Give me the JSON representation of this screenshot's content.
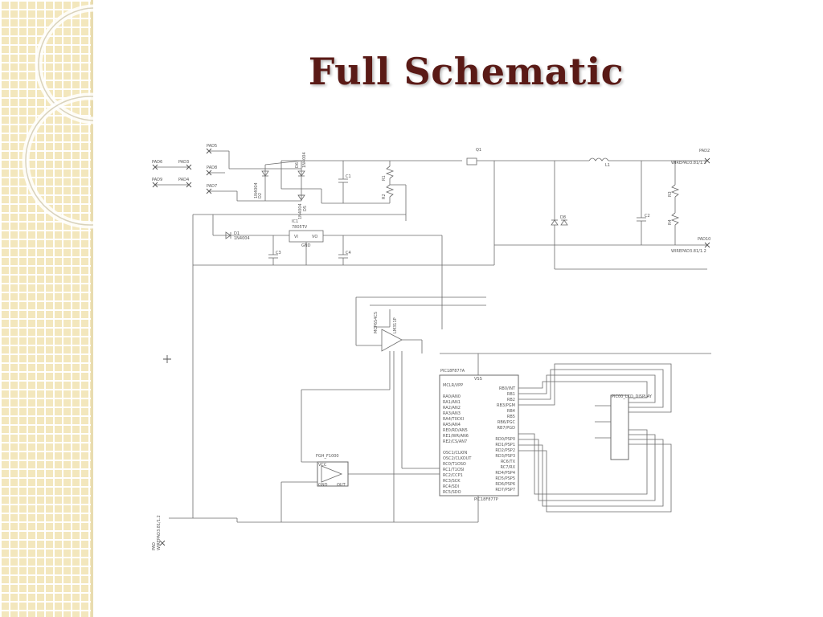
{
  "slide": {
    "title": "Full Schematic"
  },
  "colors": {
    "title": "#5a1a16",
    "sidebar": "#f3e7bd",
    "wire": "#6a6a6a"
  },
  "schematic": {
    "labels": {
      "pad5": "PAD5",
      "pad6": "PAD6",
      "pad3": "PAD3",
      "pad8": "PAD8",
      "pad9": "PAD9",
      "pad4": "PAD4",
      "pad7": "PAD7",
      "pad2": "PAD2",
      "pad10": "PAD10",
      "wire_top": "WIREPAD3.81/1.2",
      "wire_bot": "WIREPAD3.81/1.2",
      "wire_left": "WIREPAD3.81/1.2",
      "pad_left": "PAD",
      "d1": "D1",
      "d1_part": "1N4004",
      "d2": "D2",
      "d2_part": "1N4004",
      "d5": "D5",
      "d5_part": "1N4004",
      "d6": "D6",
      "d6_part": "1N4004",
      "d8": "D8",
      "c1": "C1",
      "c2": "C2",
      "c3": "C3",
      "c4": "C4",
      "r1": "R1",
      "r2": "R2",
      "r3": "R3",
      "r4": "R4",
      "q1": "Q1",
      "l1": "L1",
      "ic1": "IC1",
      "ic1_part": "7805TV",
      "ic_vi": "VI",
      "ic_vo": "VO",
      "ic_gnd": "GND",
      "opamp": "MCP6S4CS",
      "opamp_b": "LM311P",
      "mcu_top": "PIC18F877A",
      "mcu_bot": "PIC18F877P",
      "vss": "VSS",
      "mclr": "MCLR/VPP",
      "fgh": "FGH_F1000",
      "vcc": "VCC",
      "gnd": "GND",
      "out": "OUT",
      "lcd": "PIC00_LCD_DISPLAY"
    },
    "mcu_left_pins": [
      "RA0/AN0",
      "RA1/AN1",
      "RA2/AN2",
      "RA3/AN3",
      "RA4/T0CKI",
      "RA5/AN4",
      "RE0/RD/AN5",
      "RE1/WR/AN6",
      "RE2/CS/AN7",
      "",
      "OSC1/CLKIN",
      "OSC2/CLKOUT",
      "RC0/T1OSO",
      "RC1/T1OSI",
      "RC2/CCP1",
      "RC3/SCK",
      "RC4/SDI",
      "RC5/SDO"
    ],
    "mcu_right_pins": [
      "RB0/INT",
      "RB1",
      "RB2",
      "RB3/PGM",
      "RB4",
      "RB5",
      "RB6/PGC",
      "RB7/PGD",
      "",
      "RD0/PSP0",
      "RD1/PSP1",
      "RD2/PSP2",
      "RD3/PSP3",
      "RC6/TX",
      "RC7/RX",
      "RD4/PSP4",
      "RD5/PSP5",
      "RD6/PSP6",
      "RD7/PSP7"
    ]
  }
}
